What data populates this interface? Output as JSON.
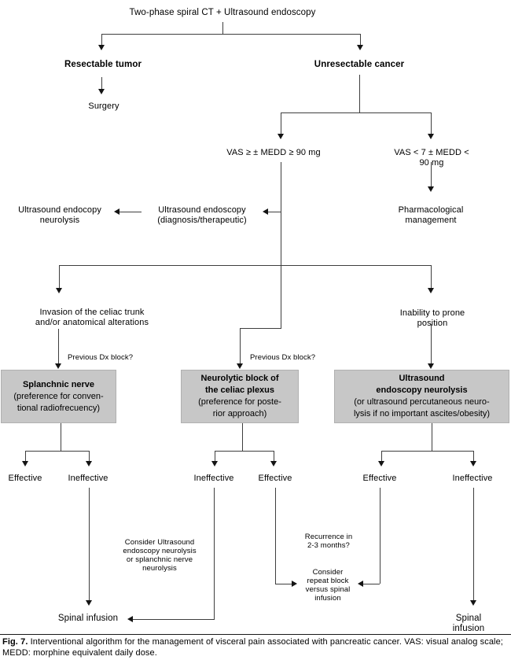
{
  "figure": {
    "title": "Two-phase spiral CT + Ultrasound endoscopy",
    "nodes": {
      "resectable": "Resectable tumor",
      "surgery": "Surgery",
      "unresectable": "Unresectable cancer",
      "vas_high": "VAS ≥ ± MEDD ≥ 90 mg",
      "vas_low": "VAS < 7 ± MEDD < 90 mg",
      "us_neurolysis": "Ultrasound endocopy\nneurolysis",
      "us_diagnostic": "Ultrasound endoscopy\n(diagnosis/therapeutic)",
      "pharmacological": "Pharmacological\nmanagement",
      "invasion": "Invasion of the celiac trunk\nand/or anatomical alterations",
      "inability": "Inability to prone position",
      "previous_dx": "Previous Dx block?",
      "spinal_infusion": "Spinal infusion",
      "consider_ultrasound": "Consider Ultrasound\nendoscopy neurolysis\nor splanchnic nerve\nneurolysis",
      "recurrence": "Recurrence in\n2-3 months?",
      "consider_repeat": "Consider\nrepeat block\nversus spinal\ninfusion"
    },
    "boxes": {
      "splanchnic": {
        "title": "Splanchnic nerve",
        "subtitle": "(preference for conven-\ntional radiofrecuency)"
      },
      "neurolytic": {
        "title": "Neurolytic block of\nthe celiac plexus",
        "subtitle": "(preference for poste-\nrior approach)"
      },
      "ultrasound": {
        "title": "Ultrasound\nendoscopy neurolysis",
        "subtitle": "(or ultrasound percutaneous neuro-\nlysis if no important ascites/obesity)"
      }
    },
    "outcomes": {
      "left": [
        "Effective",
        "Ineffective"
      ],
      "middle": [
        "Ineffective",
        "Effective"
      ],
      "right": [
        "Effective",
        "Ineffective"
      ]
    },
    "colors": {
      "box_fill": "#c7c7c7",
      "line": "#3e3e3e"
    }
  },
  "caption": {
    "label": "Fig. 7.",
    "text": "  Interventional algorithm for the management of visceral pain associated with pancreatic cancer. VAS: visual analog scale; MEDD: morphine equivalent daily dose."
  }
}
